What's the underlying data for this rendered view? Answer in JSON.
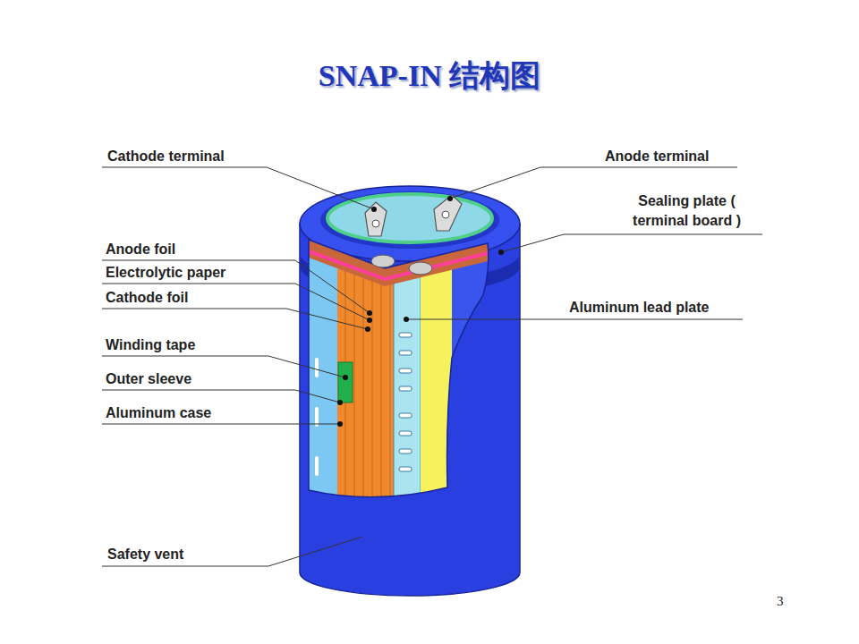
{
  "diagram": {
    "title": "SNAP-IN 结构图",
    "labels": [
      "Cathode terminal",
      "Anode terminal",
      "Sealing plate ( terminal board )",
      "Anode foil",
      "Electrolytic paper",
      "Cathode foil",
      "Aluminum lead plate",
      "Winding tape",
      "Outer sleeve",
      "Aluminum case",
      "Safety vent",
      "3"
    ]
  }
}
